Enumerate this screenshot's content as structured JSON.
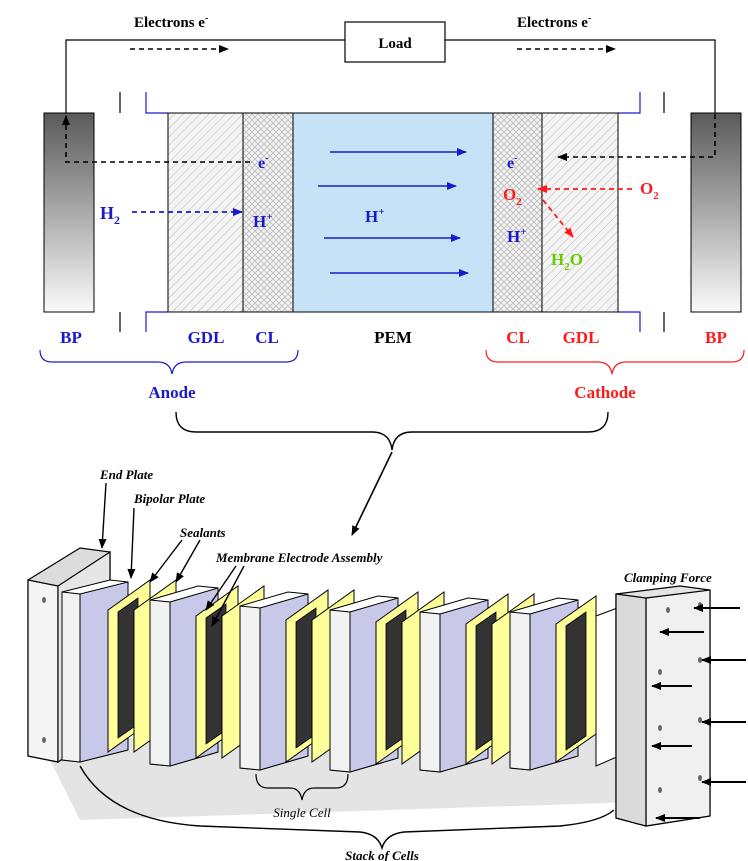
{
  "top": {
    "electrons_left": "Electrons e",
    "electrons_right": "Electrons e",
    "electron_sup": "-",
    "load": "Load",
    "e_anode": "e",
    "e_cathode": "e",
    "h2": "H",
    "h2_sub": "2",
    "hplus_cl": "H",
    "hplus_pem": "H",
    "hplus_cathode": "H",
    "plus": "+",
    "o2_left": "O",
    "o2_right": "O",
    "o2_sub": "2",
    "h2o_h": "H",
    "h2o_sub": "2",
    "h2o_o": "O"
  },
  "labels": {
    "bp_left": "BP",
    "gdl_left": "GDL",
    "cl_left": "CL",
    "pem": "PEM",
    "cl_right": "CL",
    "gdl_right": "GDL",
    "bp_right": "BP",
    "anode": "Anode",
    "cathode": "Cathode"
  },
  "stack": {
    "end_plate": "End Plate",
    "bipolar_plate": "Bipolar Plate",
    "sealants": "Sealants",
    "mea": "Membrane Electrode Assembly",
    "clamping_force": "Clamping Force",
    "single_cell": "Single Cell",
    "stack_of_cells": "Stack of Cells"
  },
  "colors": {
    "anode_blue": "#1a1acc",
    "cathode_red": "#ff1a1a",
    "water_green": "#66cc00",
    "pem_fill": "#c6e2f7",
    "plate_gray": "#8a8a8a",
    "sealant_yellow": "#ffff99",
    "plate_lavender": "#b8b8e8"
  }
}
